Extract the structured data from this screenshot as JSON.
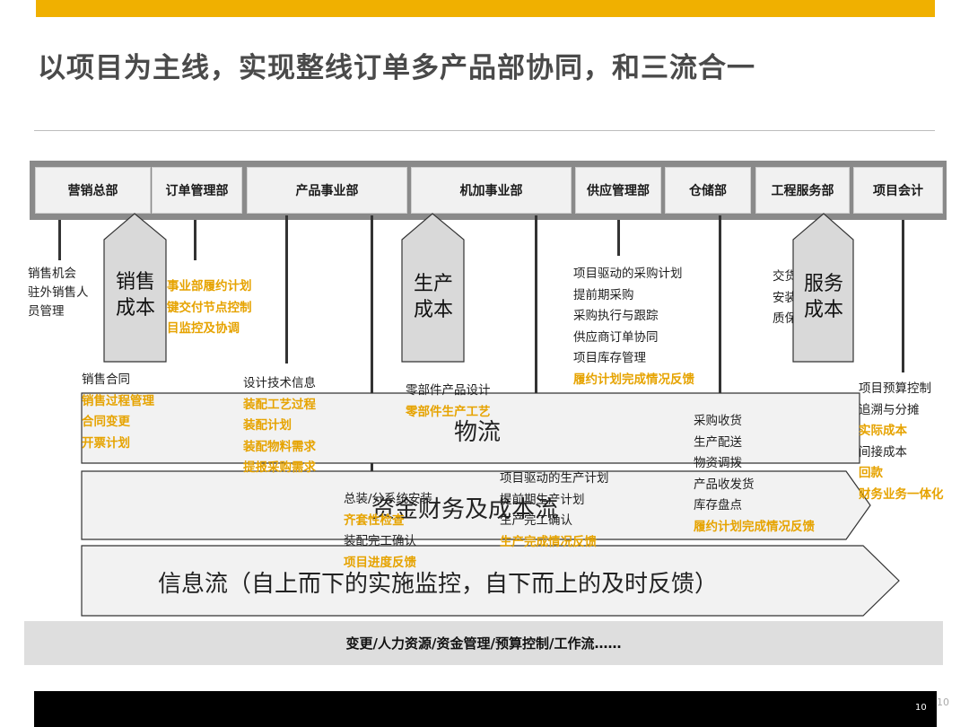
{
  "title": "以项目为主线，实现整线订单多产品部协同，和三流合一",
  "departments": [
    "营销总部",
    "订单管理部",
    "产品事业部",
    "机加事业部",
    "供应管理部",
    "仓储部",
    "工程服务部",
    "项目会计"
  ],
  "shields": [
    "销售\n成本",
    "生产\n成本",
    "服务\n成本"
  ],
  "streams": {
    "logistics": "物流",
    "finance": "资金财务及成本流",
    "information": "信息流（自上而下的实施监控，自下而上的及时反馈）"
  },
  "sales_top": [
    "销售机会",
    "驻外销售人",
    "员管理"
  ],
  "order_yellow": [
    "事业部履约计划",
    "键交付节点控制",
    "目监控及协调"
  ],
  "sales_contract": {
    "normal": "销售合同",
    "yellow": [
      "销售过程管理",
      "合同变更",
      "开票计划"
    ]
  },
  "product_dept": {
    "normal": "设计技术信息",
    "yellow": [
      "装配工艺过程",
      "装配计划",
      "装配物料需求",
      "提报采购需求"
    ]
  },
  "assembly": {
    "normal1": "总装/分系统安装",
    "yellow1": "齐套性检查",
    "normal2": "装配完工确认",
    "yellow2": "项目进度反馈"
  },
  "machining": {
    "normal": "零部件产品设计",
    "yellow": "零部件生产工艺"
  },
  "production": {
    "normal": [
      "项目驱动的生产计划",
      "提前期生产计划",
      "生产完工确认"
    ],
    "yellow": "生产完成情况反馈"
  },
  "supply": {
    "normal": [
      "项目驱动的采购计划",
      "提前期采购",
      "采购执行与跟踪",
      "供应商订单协同",
      "项目库存管理"
    ],
    "yellow": "履约计划完成情况反馈"
  },
  "warehouse": {
    "normal": [
      "采购收货",
      "生产配送",
      "物资调拨",
      "产品收发货",
      "库存盘点"
    ],
    "yellow": "履约计划完成情况反馈"
  },
  "service": [
    "交货",
    "安装",
    "质保"
  ],
  "accounting": [
    {
      "text": "项目预算控制",
      "highlight": false
    },
    {
      "text": "追溯与分摊",
      "highlight": false
    },
    {
      "text": "实际成本",
      "highlight": true
    },
    {
      "text": "间接成本",
      "highlight": false
    },
    {
      "text": "回款",
      "highlight": true
    },
    {
      "text": "财务业务一体化",
      "highlight": true
    }
  ],
  "bottom_band": "变更/人力资源/资金管理/预算控制/工作流……",
  "page_number": "10",
  "colors": {
    "accent": "#f0b000",
    "highlight_text": "#e6a300",
    "dept_strip": "#8a8a8a",
    "stream_fill": "#f2f2f2"
  }
}
